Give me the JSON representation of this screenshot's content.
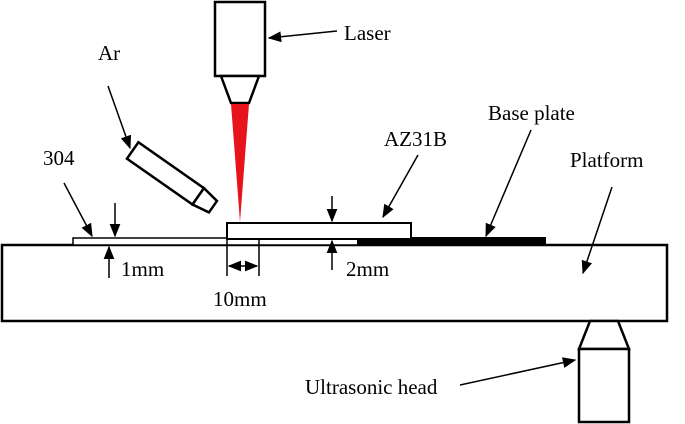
{
  "labels": {
    "laser": "Laser",
    "ar": "Ar",
    "base_plate": "Base plate",
    "az31b": "AZ31B",
    "steel_304": "304",
    "platform": "Platform",
    "thickness_1mm": "1mm",
    "thickness_2mm": "2mm",
    "overlap_10mm": "10mm",
    "ultrasonic_head": "Ultrasonic head"
  },
  "colors": {
    "laser_beam": "#e8141c",
    "base_plate": "#000000"
  }
}
